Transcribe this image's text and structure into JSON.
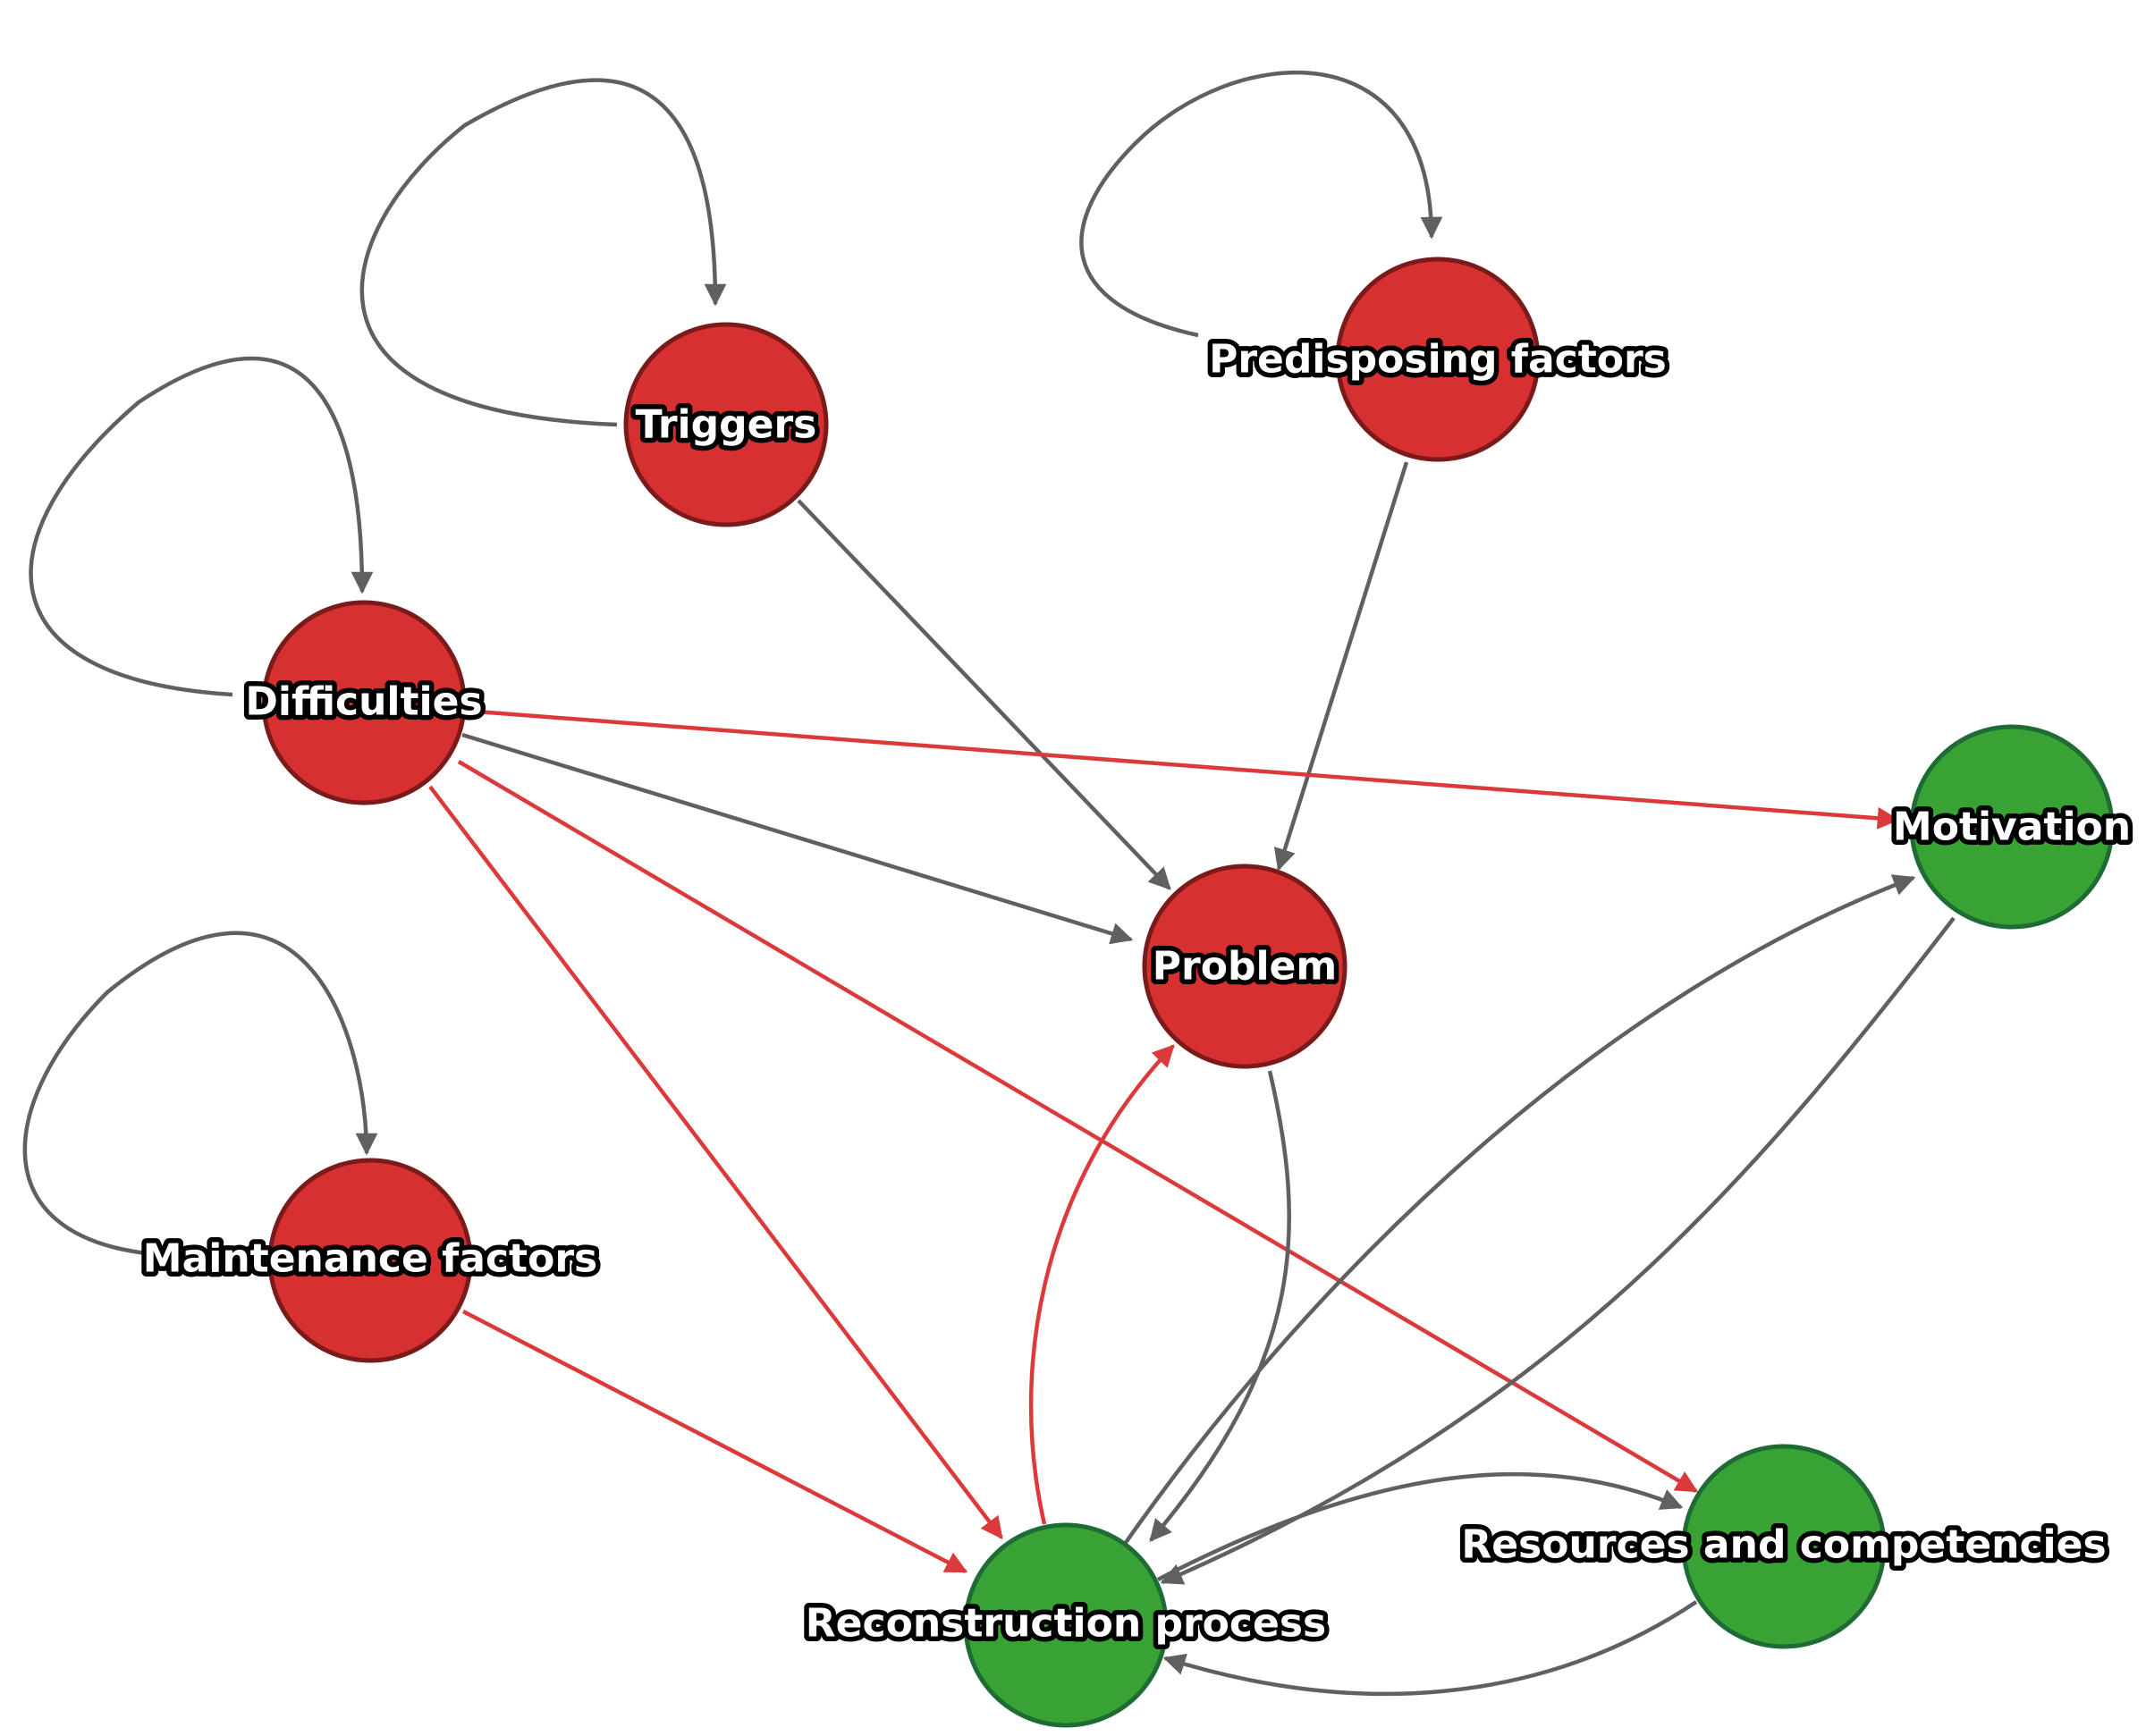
{
  "colors": {
    "negative_node_fill": "#d63031",
    "negative_node_stroke": "#7a1a1a",
    "positive_node_fill": "#38a334",
    "positive_node_stroke": "#1e6b35",
    "neutral_edge": "#606060",
    "negative_edge": "#dc3a3a"
  },
  "nodes": [
    {
      "id": "triggers",
      "label": "Triggers",
      "group": "negative"
    },
    {
      "id": "predisposing",
      "label": "Predisposing factors",
      "group": "negative"
    },
    {
      "id": "difficulties",
      "label": "Difficulties",
      "group": "negative"
    },
    {
      "id": "problem",
      "label": "Problem",
      "group": "negative"
    },
    {
      "id": "maintenance",
      "label": "Maintenance factors",
      "group": "negative"
    },
    {
      "id": "motivation",
      "label": "Motivation",
      "group": "positive"
    },
    {
      "id": "resources",
      "label": "Resources and competencies",
      "group": "positive"
    },
    {
      "id": "reconstruction",
      "label": "Reconstruction process",
      "group": "positive"
    }
  ],
  "edges": [
    {
      "from": "triggers",
      "to": "triggers",
      "type": "neutral"
    },
    {
      "from": "predisposing",
      "to": "predisposing",
      "type": "neutral"
    },
    {
      "from": "difficulties",
      "to": "difficulties",
      "type": "neutral"
    },
    {
      "from": "maintenance",
      "to": "maintenance",
      "type": "neutral"
    },
    {
      "from": "triggers",
      "to": "problem",
      "type": "neutral"
    },
    {
      "from": "predisposing",
      "to": "problem",
      "type": "neutral"
    },
    {
      "from": "difficulties",
      "to": "problem",
      "type": "neutral"
    },
    {
      "from": "difficulties",
      "to": "motivation",
      "type": "negative"
    },
    {
      "from": "difficulties",
      "to": "reconstruction",
      "type": "negative"
    },
    {
      "from": "difficulties",
      "to": "resources",
      "type": "negative"
    },
    {
      "from": "maintenance",
      "to": "reconstruction",
      "type": "negative"
    },
    {
      "from": "reconstruction",
      "to": "problem",
      "type": "negative"
    },
    {
      "from": "problem",
      "to": "reconstruction",
      "type": "neutral"
    },
    {
      "from": "reconstruction",
      "to": "motivation",
      "type": "neutral"
    },
    {
      "from": "motivation",
      "to": "reconstruction",
      "type": "neutral"
    },
    {
      "from": "reconstruction",
      "to": "resources",
      "type": "neutral"
    },
    {
      "from": "resources",
      "to": "reconstruction",
      "type": "neutral"
    }
  ]
}
